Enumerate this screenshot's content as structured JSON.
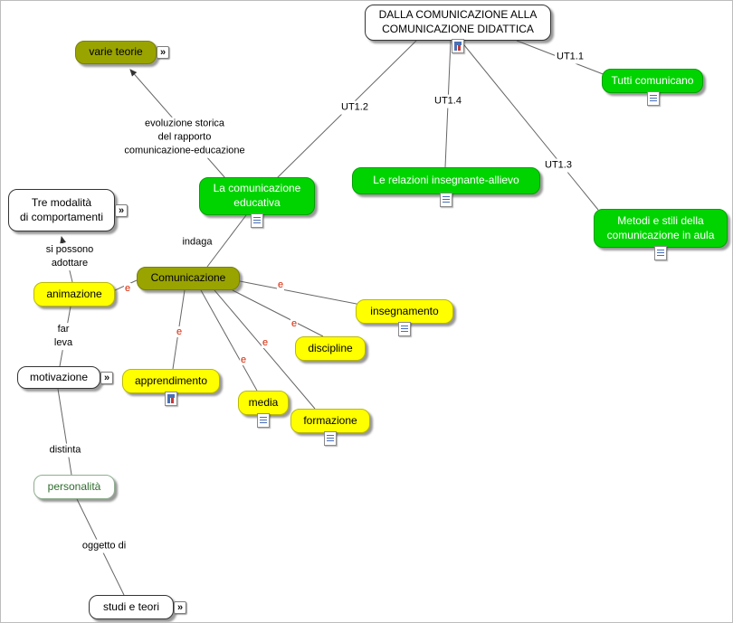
{
  "colors": {
    "concept_green": "#00d400",
    "concept_olive": "#9aa400",
    "concept_yellow": "#ffff00",
    "link_line": "#666666",
    "link_label_red": "#d42400"
  },
  "nodes": {
    "root": {
      "label": "DALLA COMUNICAZIONE ALLA\nCOMUNICAZIONE DIDATTICA"
    },
    "varie_teorie": {
      "label": "varie teorie"
    },
    "tutti_comunicano": {
      "label": "Tutti comunicano"
    },
    "comunicazione_educativa": {
      "label": "La comunicazione\neducativa"
    },
    "relazioni_insegnante_allievo": {
      "label": "Le relazioni insegnante-allievo"
    },
    "metodi_stili": {
      "label": "Metodi e stili della\ncomunicazione in aula"
    },
    "tre_modalita": {
      "label": "Tre modalità\ndi comportamenti"
    },
    "animazione": {
      "label": "animazione"
    },
    "comunicazione": {
      "label": "Comunicazione"
    },
    "insegnamento": {
      "label": "insegnamento"
    },
    "discipline": {
      "label": "discipline"
    },
    "apprendimento": {
      "label": "apprendimento"
    },
    "media": {
      "label": "media"
    },
    "formazione": {
      "label": "formazione"
    },
    "motivazione": {
      "label": "motivazione"
    },
    "personalita": {
      "label": "personalità"
    },
    "studi_e_teori": {
      "label": "studi e teori"
    }
  },
  "links": {
    "ut1_1": "UT1.1",
    "ut1_2": "UT1.2",
    "ut1_3": "UT1.3",
    "ut1_4": "UT1.4",
    "evoluzione": "evoluzione storica\ndel rapporto\ncomunicazione-educazione",
    "indaga": "indaga",
    "si_possono_adottare": "si possono\nadottare",
    "far_leva": "far\nleva",
    "distinta": "distinta",
    "oggetto_di": "oggetto di",
    "e": "e"
  },
  "icons": {
    "annotation_glyph": "»"
  }
}
